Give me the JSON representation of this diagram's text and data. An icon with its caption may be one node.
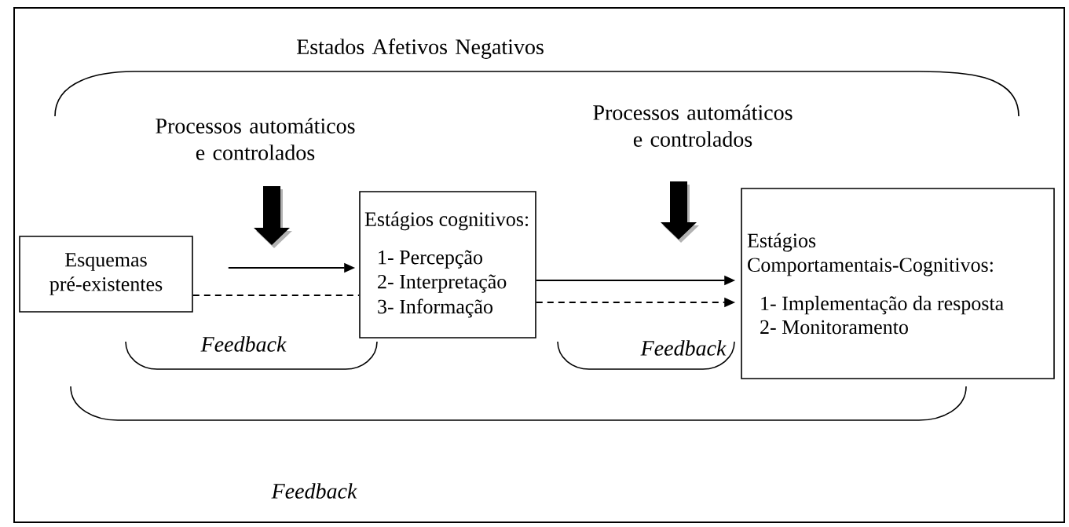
{
  "diagram": {
    "nodes": [
      {
        "text": [
          "Esquemas pré-existentes"
        ]
      },
      {
        "text": [
          "Estágios cognitivos:",
          "1- Percepção",
          "2- Interpretação",
          "3- Informação"
        ]
      },
      {
        "text": [
          "Estágios Comportamentais-Cognitivos:",
          "1- Implementação da resposta",
          "2- Monitoramento"
        ]
      }
    ],
    "edges": [
      {
        "from": 0,
        "to": 1,
        "arrow": "to"
      },
      {
        "from": 0,
        "to": 1,
        "arrow": "none",
        "style": "dashed"
      },
      {
        "from": 1,
        "to": 2,
        "arrow": "to"
      },
      {
        "from": 1,
        "to": 2,
        "arrow": "to",
        "style": "dashed"
      }
    ],
    "labels": [
      "Estados Afetivos Negativos",
      "Processos automáticos e controlados",
      "Processos automáticos e controlados",
      "Feedback",
      "Feedback",
      "Feedback"
    ]
  }
}
